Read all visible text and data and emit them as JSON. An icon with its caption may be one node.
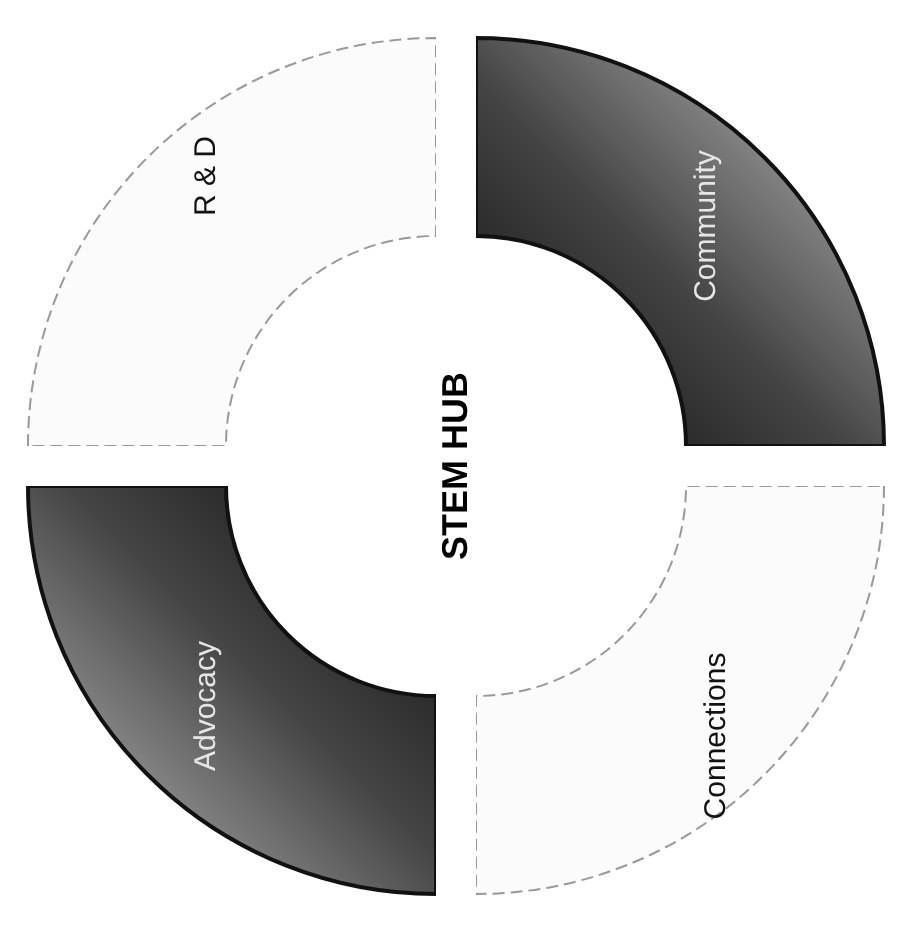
{
  "diagram": {
    "nodes": [
      {
        "text": [
          "STEM HUB"
        ]
      },
      {
        "text": [
          "R & D"
        ]
      },
      {
        "text": [
          "Community"
        ]
      },
      {
        "text": [
          "Connections"
        ]
      },
      {
        "text": [
          "Advocacy"
        ]
      }
    ]
  }
}
